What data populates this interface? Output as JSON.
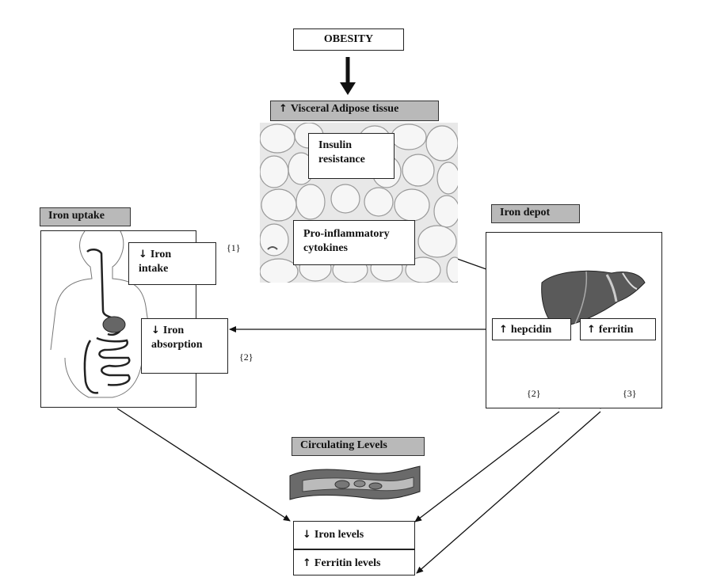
{
  "top": {
    "obesity": "OBESITY"
  },
  "adipose": {
    "header_arrow": "↑",
    "header": "Visceral Adipose tissue",
    "insulin": "Insulin\nresistance",
    "cytokines": "Pro-inflammatory\ncytokines"
  },
  "uptake": {
    "header": "Iron uptake",
    "intake_arrow": "↓",
    "intake": "Iron\nintake",
    "absorption_arrow": "↓",
    "absorption": "Iron\nabsorption",
    "ref1": "{1}",
    "ref2": "{2}"
  },
  "depot": {
    "header": "Iron depot",
    "hepcidin_arrow": "↑",
    "hepcidin": "hepcidin",
    "ferritin_arrow": "↑",
    "ferritin": "ferritin",
    "ref2": "{2}",
    "ref3": "{3}"
  },
  "circulating": {
    "header": "Circulating Levels",
    "iron_arrow": "↓",
    "iron": "Iron levels",
    "ferritin_arrow": "↑",
    "ferritin": "Ferritin levels"
  },
  "colors": {
    "header_bg": "#b9b9b9",
    "line": "#111111",
    "tissue": "#e6e6e6"
  }
}
